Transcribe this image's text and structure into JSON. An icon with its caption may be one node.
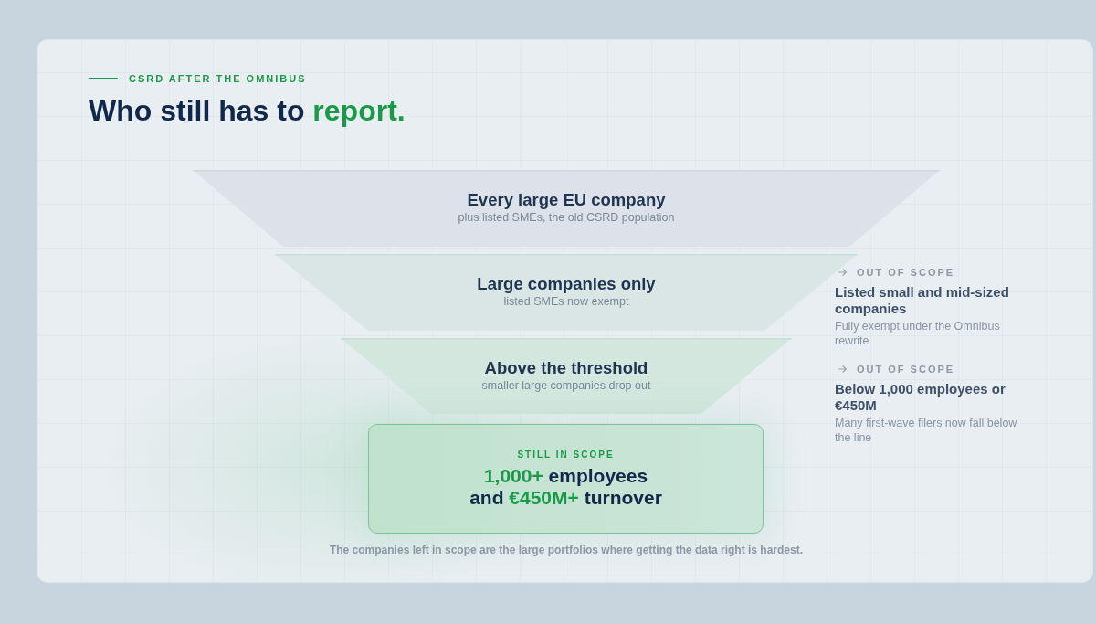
{
  "diagram": {
    "title": "Who still has to **report.**",
    "caption": "The companies left in scope are the large portfolios where getting the data right is hardest.",
    "nodes": [
      {
        "text": [
          "Every large EU company",
          "plus listed SMEs, the old CSRD population"
        ]
      },
      {
        "text": [
          "Large companies only",
          "listed SMEs now exempt"
        ],
        "beside": [
          "OUT OF SCOPE",
          "Listed small and mid-sized companies",
          "Fully exempt under the Omnibus rewrite"
        ]
      },
      {
        "text": [
          "Above the threshold",
          "smaller large companies drop out"
        ],
        "beside": [
          "OUT OF SCOPE",
          "Below 1,000 employees or €450M",
          "Many first-wave filers now fall below the line"
        ]
      },
      {
        "text": [
          "STILL IN SCOPE",
          "**1,000+** employees and **€450M+** turnover"
        ]
      }
    ],
    "labels": [
      "CSRD AFTER THE OMNIBUS"
    ]
  }
}
